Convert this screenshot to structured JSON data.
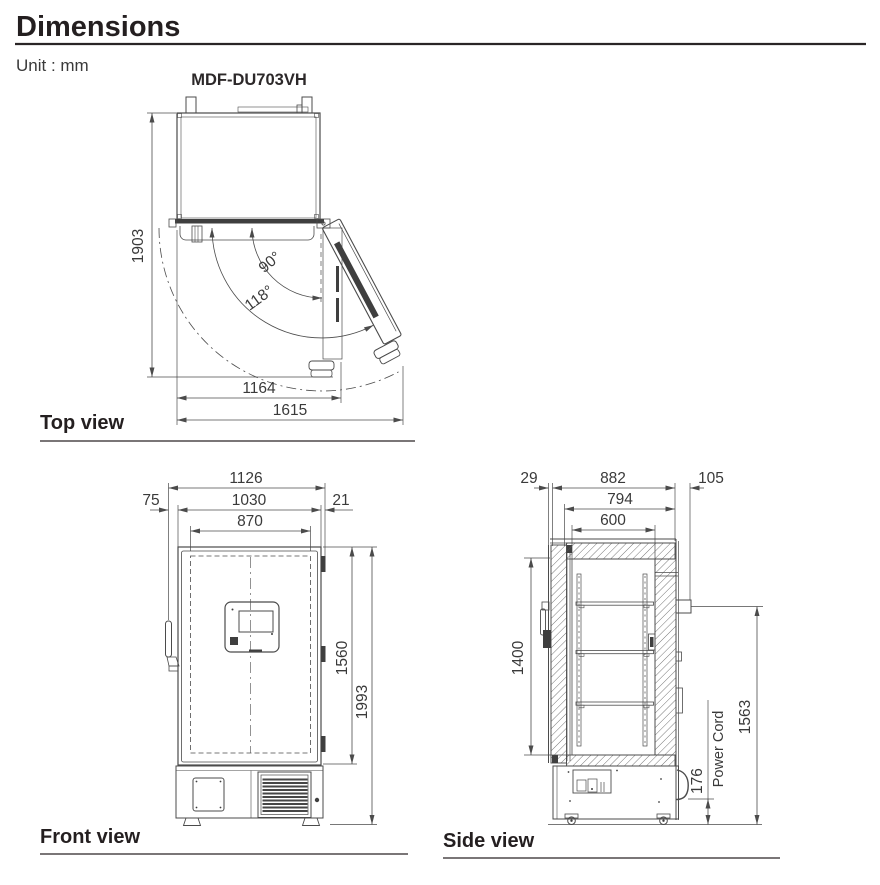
{
  "header": {
    "title": "Dimensions",
    "unit": "Unit : mm",
    "model": "MDF-DU703VH"
  },
  "top_view": {
    "label": "Top view",
    "dim_depth_door_open": "1903",
    "dim_door_swing": "1164",
    "dim_overall_open": "1615",
    "angle_90": "90°",
    "angle_118": "118°"
  },
  "front_view": {
    "label": "Front view",
    "dim_overall_width": "1126",
    "dim_cabinet_width": "1030",
    "dim_door_width": "870",
    "dim_handle_offset": "75",
    "dim_hinge_offset": "21",
    "dim_body_height": "1560",
    "dim_overall_height": "1993"
  },
  "side_view": {
    "label": "Side view",
    "dim_door_front": "29",
    "dim_depth": "882",
    "dim_rear": "105",
    "dim_body_depth": "794",
    "dim_interior_depth": "600",
    "dim_interior_height": "1400",
    "dim_outlet_height": "1563",
    "dim_cord_height": "176",
    "power_cord": "Power Cord"
  },
  "colors": {
    "line": "#4b4b4b",
    "text": "#3a3a3a",
    "heading": "#241f20"
  }
}
